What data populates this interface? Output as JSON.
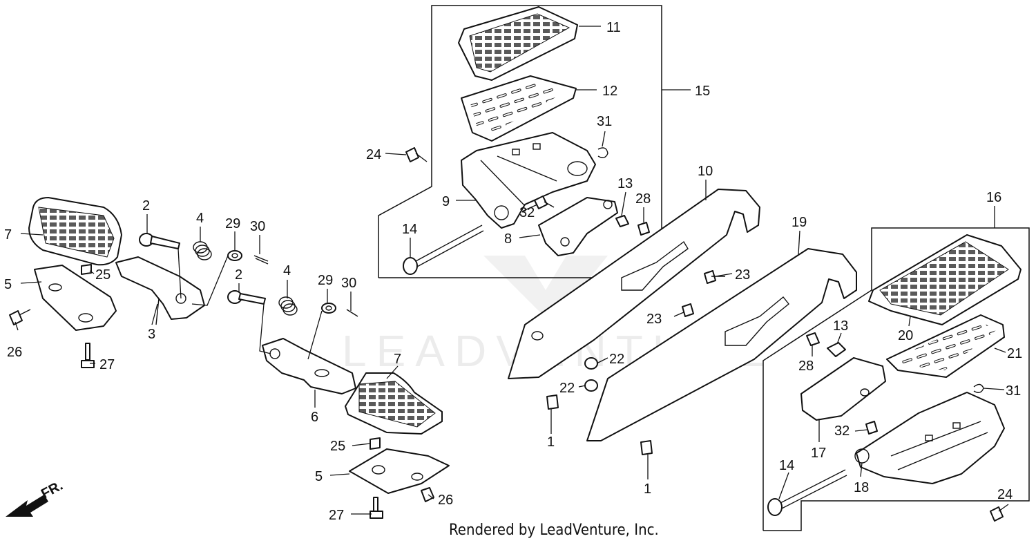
{
  "watermark": "LEADVENTURE",
  "credit": "Rendered by LeadVenture, Inc.",
  "direction_label": "FR.",
  "colors": {
    "ink": "#111111",
    "grip": "#5a5a5a",
    "watermark": "#ececec"
  },
  "callouts": {
    "c1a": "1",
    "c1b": "1",
    "c2a": "2",
    "c2b": "2",
    "c3": "3",
    "c4a": "4",
    "c4b": "4",
    "c5a": "5",
    "c5b": "5",
    "c6": "6",
    "c7a": "7",
    "c7b": "7",
    "c8": "8",
    "c9": "9",
    "c10": "10",
    "c11": "11",
    "c12": "12",
    "c13a": "13",
    "c13b": "13",
    "c14a": "14",
    "c14b": "14",
    "c15": "15",
    "c16": "16",
    "c17": "17",
    "c18": "18",
    "c19": "19",
    "c20": "20",
    "c21": "21",
    "c22a": "22",
    "c22b": "22",
    "c23a": "23",
    "c23b": "23",
    "c24a": "24",
    "c24b": "24",
    "c25a": "25",
    "c25b": "25",
    "c26a": "26",
    "c26b": "26",
    "c27a": "27",
    "c27b": "27",
    "c28a": "28",
    "c28b": "28",
    "c29a": "29",
    "c29b": "29",
    "c30a": "30",
    "c30b": "30",
    "c31a": "31",
    "c31b": "31",
    "c32a": "32",
    "c32b": "32"
  }
}
